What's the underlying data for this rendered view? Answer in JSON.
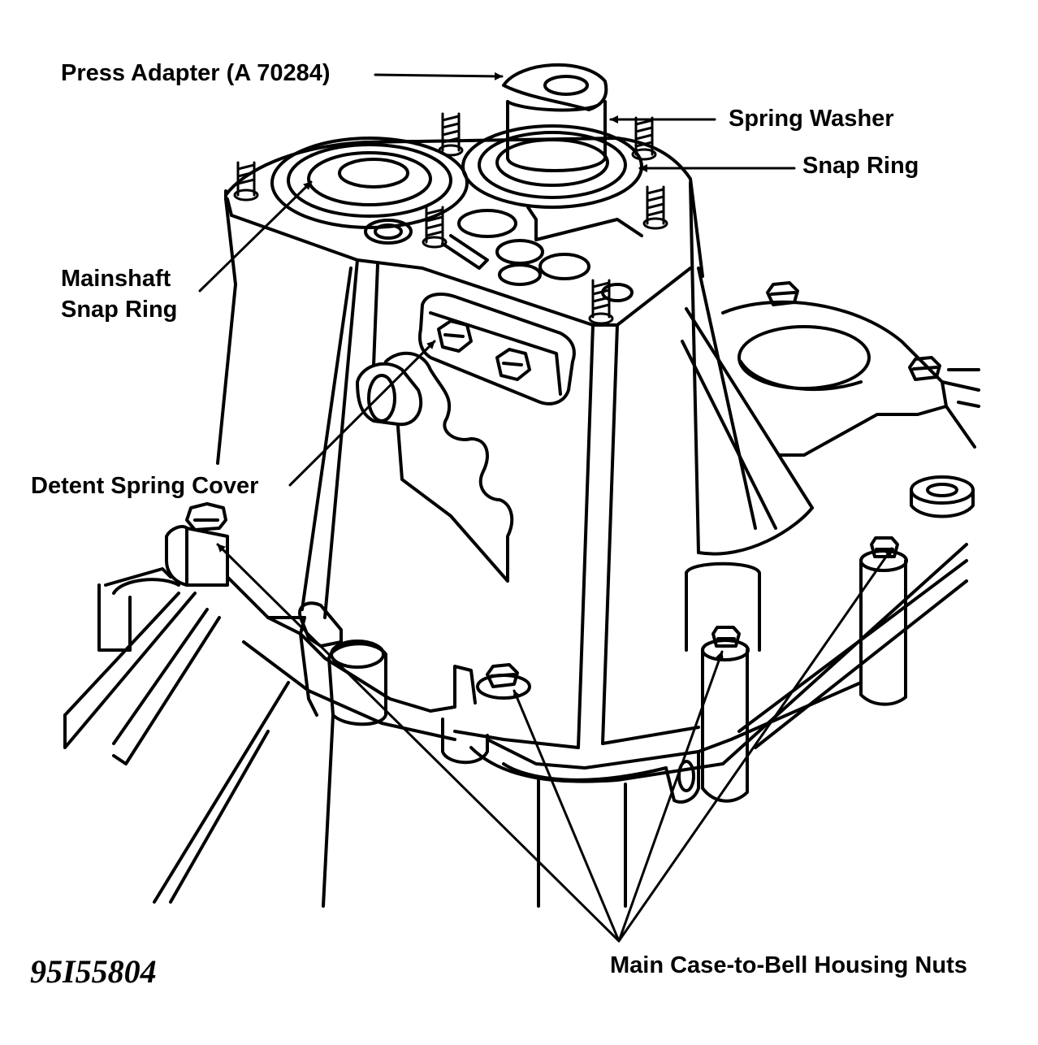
{
  "labels": {
    "press_adapter": "Press Adapter (A 70284)",
    "spring_washer": "Spring Washer",
    "snap_ring": "Snap Ring",
    "mainshaft_line1": "Mainshaft",
    "mainshaft_line2": "Snap Ring",
    "detent_spring_cover": "Detent Spring Cover",
    "main_case_nuts": "Main Case-to-Bell Housing Nuts"
  },
  "figure_code": "95I55804"
}
